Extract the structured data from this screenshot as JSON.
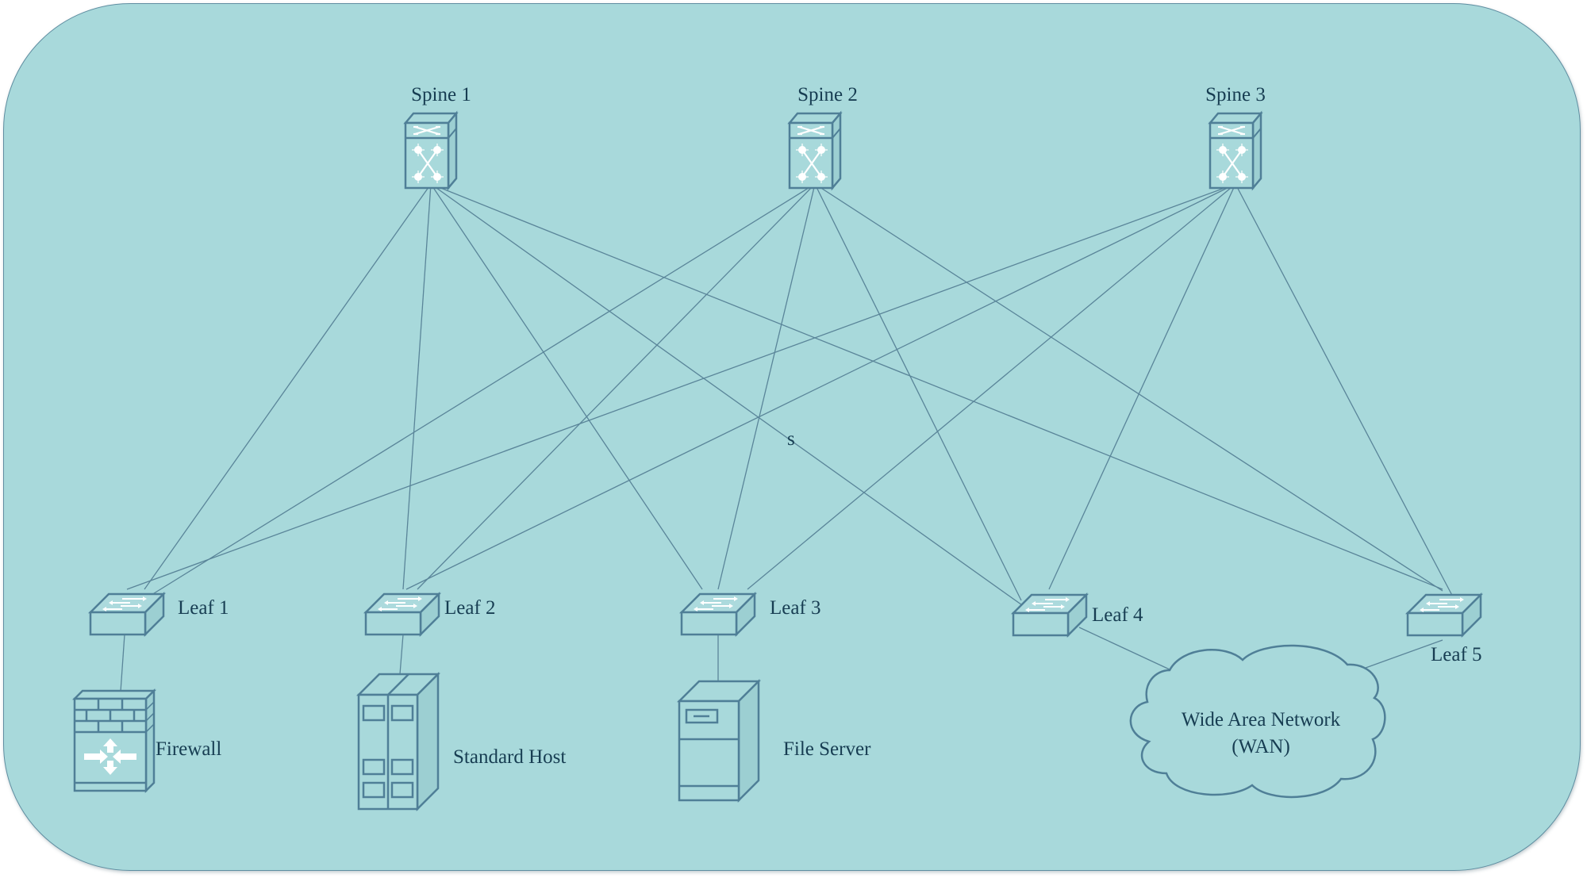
{
  "diagram": {
    "title": "Spine-Leaf Network Topology",
    "colors": {
      "background": "#a8d9db",
      "stroke": "#4f7f97",
      "link": "#5a8599",
      "text": "#173d52",
      "highlight": "#ffffff"
    },
    "spines": [
      {
        "id": "spine1",
        "label": "Spine 1",
        "icon": "spine-switch-icon"
      },
      {
        "id": "spine2",
        "label": "Spine 2",
        "icon": "spine-switch-icon"
      },
      {
        "id": "spine3",
        "label": "Spine 3",
        "icon": "spine-switch-icon"
      }
    ],
    "leaves": [
      {
        "id": "leaf1",
        "label": "Leaf 1",
        "icon": "leaf-switch-icon"
      },
      {
        "id": "leaf2",
        "label": "Leaf 2",
        "icon": "leaf-switch-icon"
      },
      {
        "id": "leaf3",
        "label": "Leaf 3",
        "icon": "leaf-switch-icon"
      },
      {
        "id": "leaf4",
        "label": "Leaf 4",
        "icon": "leaf-switch-icon"
      },
      {
        "id": "leaf5",
        "label": "Leaf 5",
        "icon": "leaf-switch-icon"
      }
    ],
    "endpoints": [
      {
        "id": "firewall",
        "label": "Firewall",
        "icon": "firewall-icon",
        "connected_to": "leaf1"
      },
      {
        "id": "host",
        "label": "Standard Host",
        "icon": "server-rack-icon",
        "connected_to": "leaf2"
      },
      {
        "id": "fileserver",
        "label": "File Server",
        "icon": "file-server-icon",
        "connected_to": "leaf3"
      },
      {
        "id": "wan",
        "label_line1": "Wide Area Network",
        "label_line2": "(WAN)",
        "icon": "cloud-icon",
        "connected_to": [
          "leaf4",
          "leaf5"
        ]
      }
    ],
    "links": [
      [
        "spine1",
        "leaf1"
      ],
      [
        "spine1",
        "leaf2"
      ],
      [
        "spine1",
        "leaf3"
      ],
      [
        "spine1",
        "leaf4"
      ],
      [
        "spine1",
        "leaf5"
      ],
      [
        "spine2",
        "leaf1"
      ],
      [
        "spine2",
        "leaf2"
      ],
      [
        "spine2",
        "leaf3"
      ],
      [
        "spine2",
        "leaf4"
      ],
      [
        "spine2",
        "leaf5"
      ],
      [
        "spine3",
        "leaf1"
      ],
      [
        "spine3",
        "leaf2"
      ],
      [
        "spine3",
        "leaf3"
      ],
      [
        "spine3",
        "leaf4"
      ],
      [
        "spine3",
        "leaf5"
      ]
    ],
    "stray_text": "s"
  }
}
